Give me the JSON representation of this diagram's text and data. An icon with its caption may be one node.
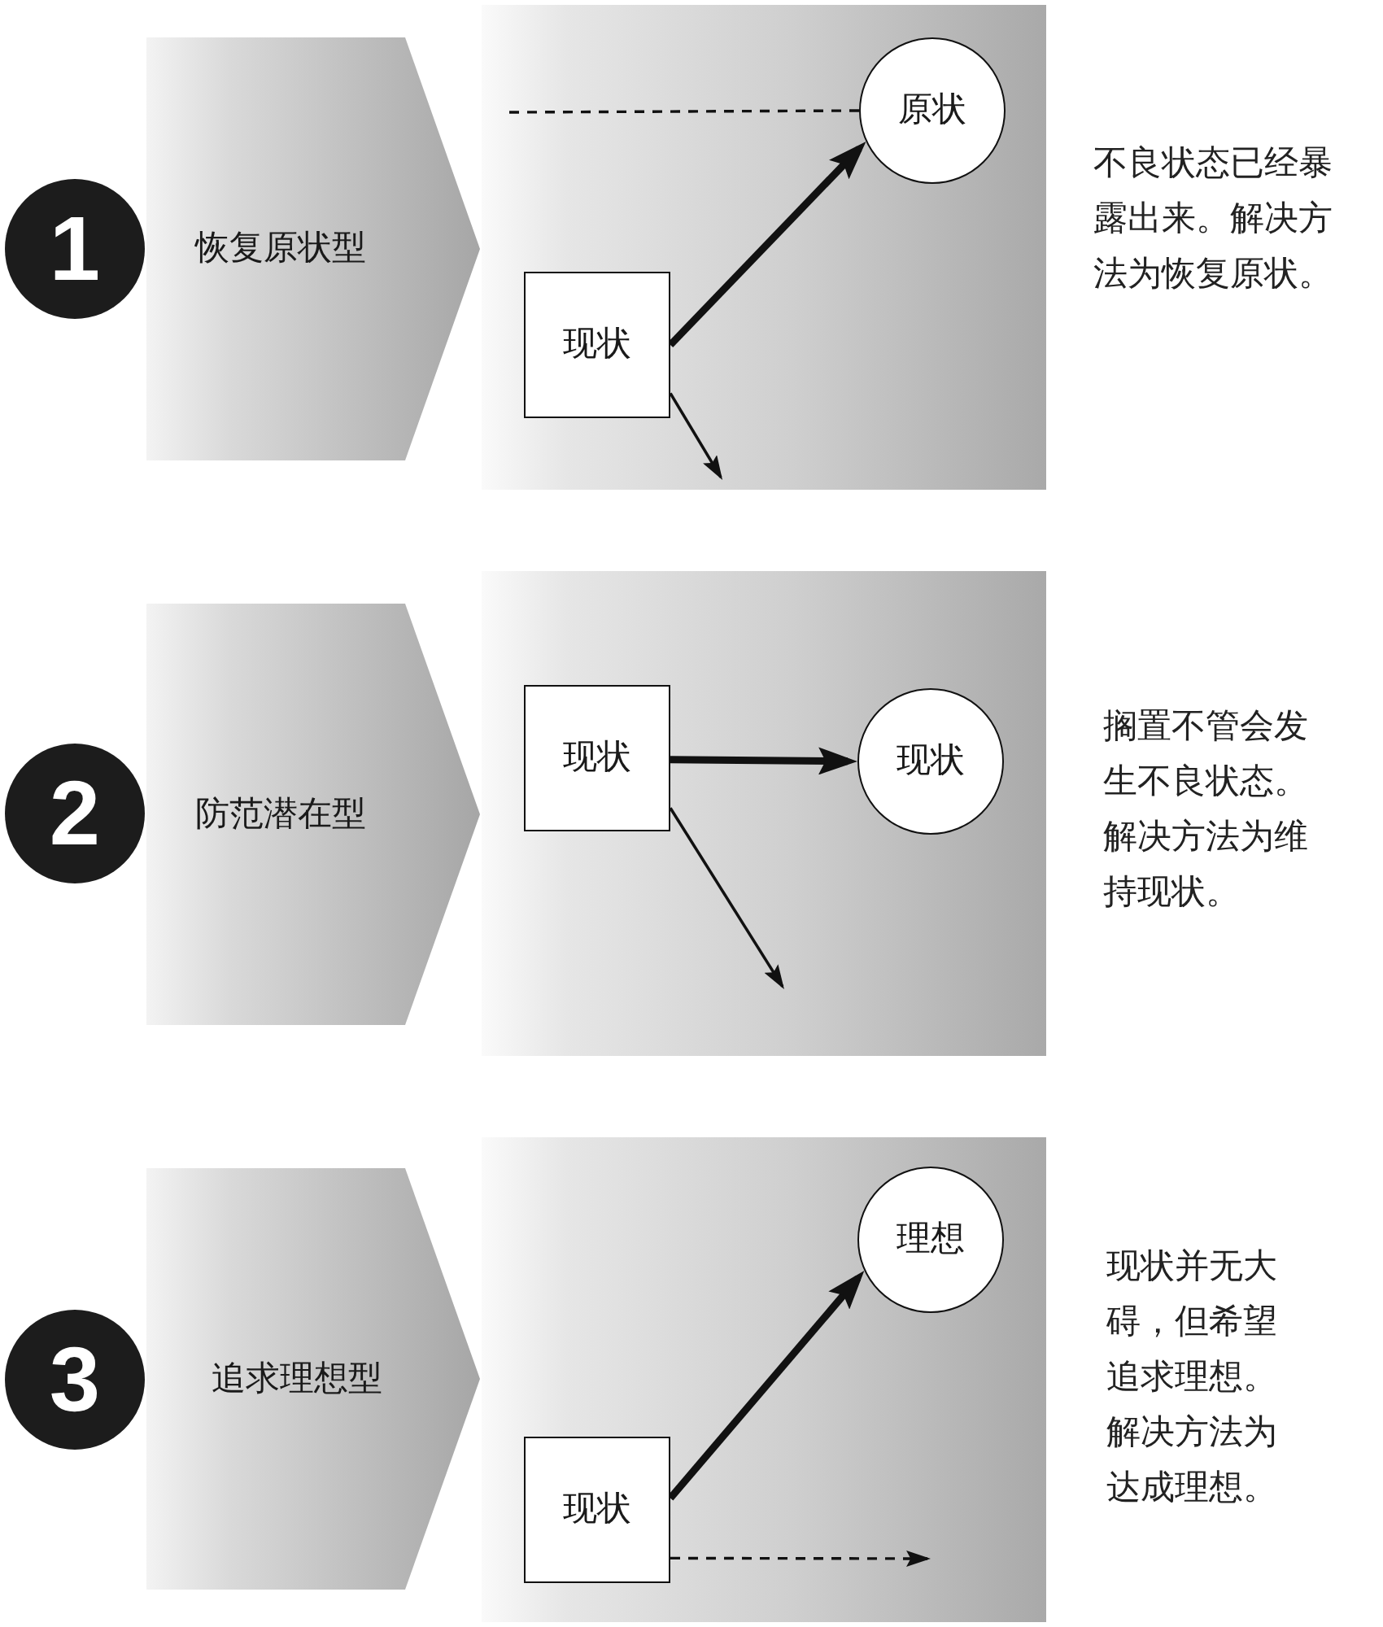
{
  "diagram": {
    "nodes": [
      {
        "text": [
          "1"
        ]
      },
      {
        "text": [
          "恢复原状型"
        ]
      },
      {
        "text": [],
        "shape": "box"
      },
      {
        "text": [
          "现状"
        ],
        "in": 2
      },
      {
        "text": [
          "原状"
        ],
        "in": 2
      },
      {
        "text": [
          "2"
        ]
      },
      {
        "text": [
          "防范潜在型"
        ]
      },
      {
        "text": [],
        "shape": "box"
      },
      {
        "text": [
          "现状"
        ],
        "in": 7
      },
      {
        "text": [
          "现状"
        ],
        "in": 7
      },
      {
        "text": [
          "3"
        ]
      },
      {
        "text": [
          "追求理想型"
        ]
      },
      {
        "text": [],
        "shape": "box"
      },
      {
        "text": [
          "现状"
        ],
        "in": 12
      },
      {
        "text": [
          "理想"
        ],
        "in": 12
      }
    ],
    "edges": [
      {
        "from": null,
        "to": 4,
        "arrow": "none",
        "style": "dashed"
      },
      {
        "from": 3,
        "to": 4,
        "arrow": "to",
        "style": "thick"
      },
      {
        "from": 3,
        "to": null,
        "arrow": "to"
      },
      {
        "from": 8,
        "to": 9,
        "arrow": "to",
        "style": "thick"
      },
      {
        "from": 8,
        "to": null,
        "arrow": "to"
      },
      {
        "from": 13,
        "to": 14,
        "arrow": "to",
        "style": "thick"
      },
      {
        "from": 13,
        "to": null,
        "arrow": "to",
        "style": "dashed"
      }
    ],
    "labels": [
      "不良状态已经暴露出来。解决方法为恢复原状。",
      "搁置不管会发生不良状态。解决方法为维持现状。",
      "现状并无大碍，但希望追求理想。解决方法为达成理想。"
    ]
  }
}
